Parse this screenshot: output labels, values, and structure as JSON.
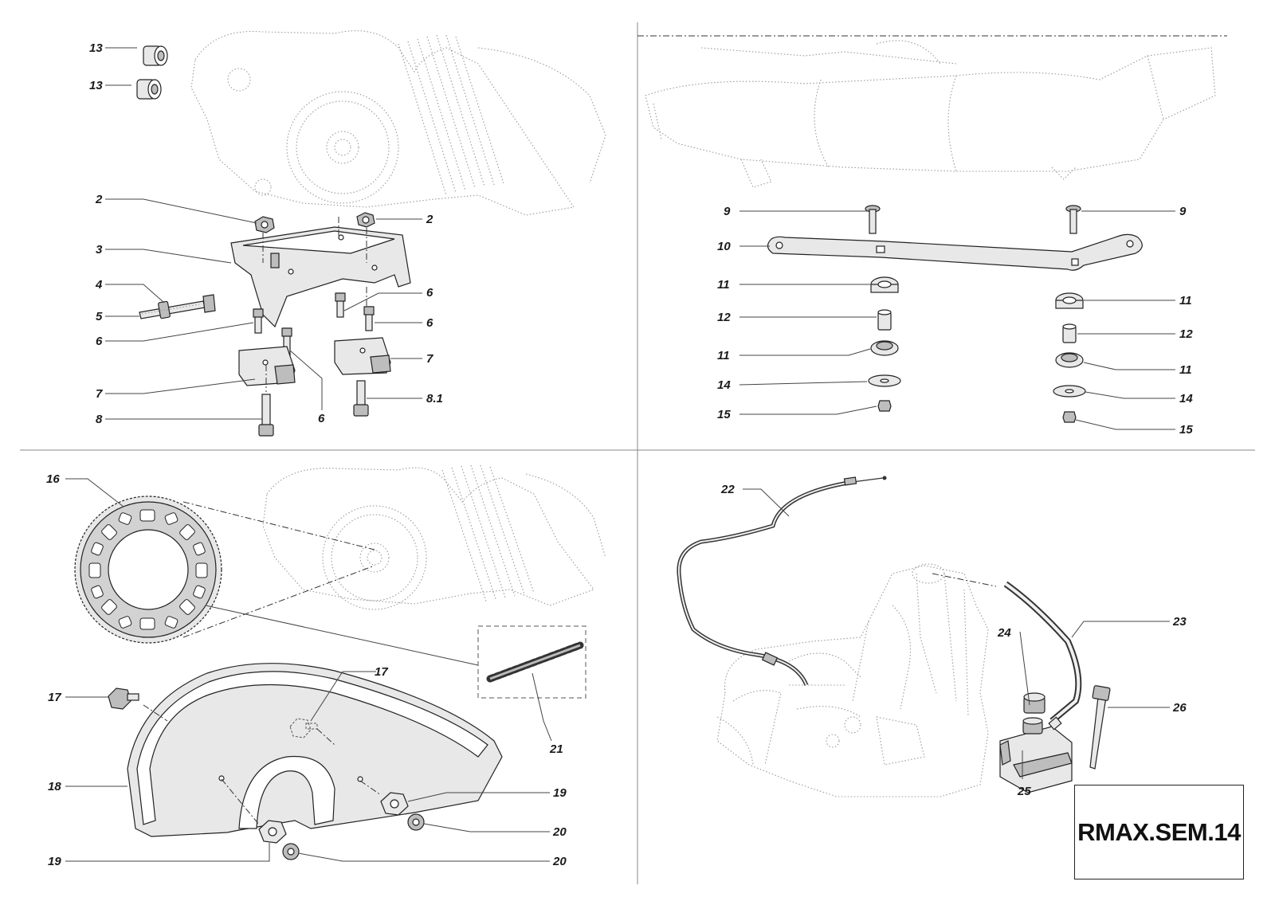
{
  "drawing_code": "RMAX.SEM.14",
  "callouts": {
    "c13a": "13",
    "c13b": "13",
    "c2a": "2",
    "c2b": "2",
    "c3": "3",
    "c4": "4",
    "c5": "5",
    "c6a": "6",
    "c6b": "6",
    "c6c": "6",
    "c6d": "6",
    "c7a": "7",
    "c7b": "7",
    "c8": "8",
    "c81": "8.1",
    "c9a": "9",
    "c9b": "9",
    "c10": "10",
    "c11a": "11",
    "c11b": "11",
    "c11c": "11",
    "c11d": "11",
    "c12a": "12",
    "c12b": "12",
    "c14a": "14",
    "c14b": "14",
    "c15a": "15",
    "c15b": "15",
    "c16": "16",
    "c17a": "17",
    "c17b": "17",
    "c18": "18",
    "c19a": "19",
    "c19b": "19",
    "c20a": "20",
    "c20b": "20",
    "c21": "21",
    "c22": "22",
    "c23": "23",
    "c24": "24",
    "c25": "25",
    "c26": "26"
  }
}
